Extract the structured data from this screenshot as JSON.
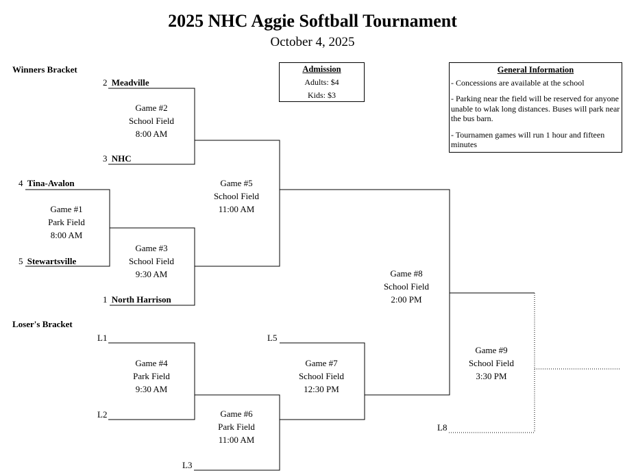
{
  "title": "2025 NHC Aggie Softball Tournament",
  "date": "October 4, 2025",
  "winners_label": "Winners Bracket",
  "losers_label": "Loser's Bracket",
  "admission": {
    "heading": "Admission",
    "adults": "Adults: $4",
    "kids": "Kids: $3"
  },
  "general_info": {
    "heading": "General Information",
    "items": [
      "- Concessions are available at the school",
      "- Parking near the field will be reserved for anyone unable to wlak long distances. Buses will park near the bus barn.",
      "- Tournamen games will run 1 hour and fifteen minutes"
    ]
  },
  "teams": {
    "meadville": {
      "seed": "2",
      "name": "Meadville"
    },
    "nhc": {
      "seed": "3",
      "name": "NHC"
    },
    "tina": {
      "seed": "4",
      "name": "Tina-Avalon"
    },
    "stewartsville": {
      "seed": "5",
      "name": "Stewartsville"
    },
    "north_harrison": {
      "seed": "1",
      "name": "North Harrison"
    }
  },
  "loser_slots": {
    "l1": "L1",
    "l2": "L2",
    "l3": "L3",
    "l5": "L5",
    "l8": "L8"
  },
  "games": {
    "g1": {
      "name": "Game #1",
      "field": "Park Field",
      "time": "8:00 AM"
    },
    "g2": {
      "name": "Game #2",
      "field": "School Field",
      "time": "8:00 AM"
    },
    "g3": {
      "name": "Game #3",
      "field": "School Field",
      "time": "9:30 AM"
    },
    "g4": {
      "name": "Game #4",
      "field": "Park Field",
      "time": "9:30 AM"
    },
    "g5": {
      "name": "Game #5",
      "field": "School Field",
      "time": "11:00 AM"
    },
    "g6": {
      "name": "Game #6",
      "field": "Park Field",
      "time": "11:00 AM"
    },
    "g7": {
      "name": "Game #7",
      "field": "School Field",
      "time": "12:30 PM"
    },
    "g8": {
      "name": "Game #8",
      "field": "School Field",
      "time": "2:00 PM"
    },
    "g9": {
      "name": "Game #9",
      "field": "School Field",
      "time": "3:30 PM"
    }
  }
}
